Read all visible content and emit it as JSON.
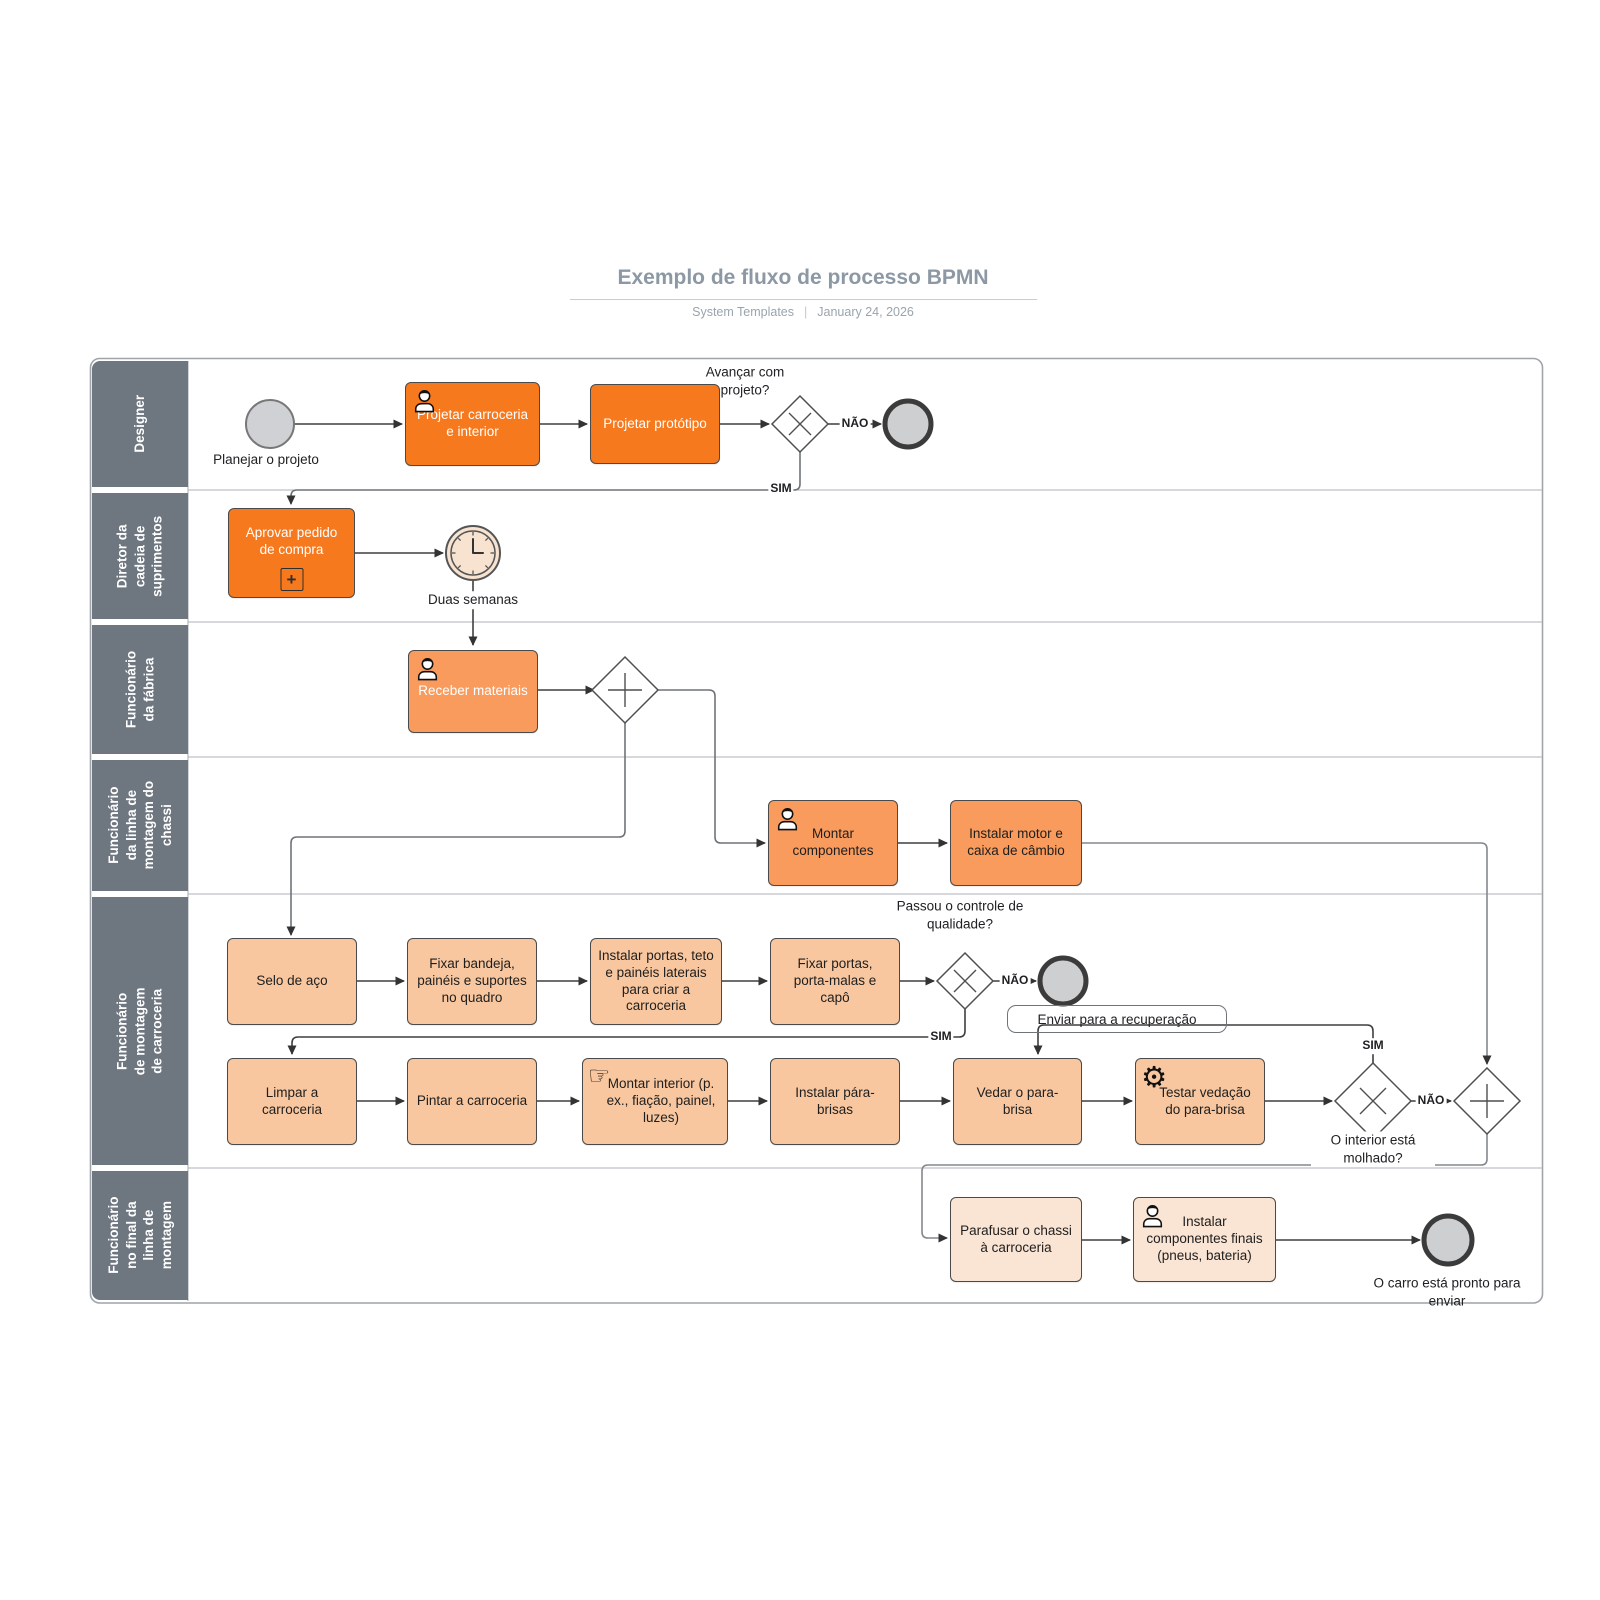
{
  "header": {
    "title": "Exemplo de fluxo de processo BPMN",
    "author": "System Templates",
    "divider": "|",
    "date": "January 24, 2026"
  },
  "colors": {
    "bright_orange": "#F7791E",
    "medium_orange": "#F89B5C",
    "light_peach": "#F8C79F",
    "pale_cream": "#FAE4D3",
    "lane_header_gray": "#6E7680",
    "border_gray": "#9EA4AA",
    "connector_dark": "#3F3F3F",
    "connector_light": "#6E7478",
    "title_gray": "#8C98A4"
  },
  "lanes": [
    {
      "label": "Designer"
    },
    {
      "label": "Diretor da cadeia de suprimentos"
    },
    {
      "label": "Funcionário da fábrica"
    },
    {
      "label": "Funcionário da linha de montagem do chassi"
    },
    {
      "label": "Funcionário de montagem de carroceria"
    },
    {
      "label": "Funcionário no final da linha de montagem"
    }
  ],
  "events": {
    "start": {
      "label": "Planejar o projeto"
    },
    "timer": {
      "label": "Duas semanas"
    },
    "end_car": {
      "label": "O carro está pronto para enviar"
    }
  },
  "tasks": {
    "projetar_carroceria": {
      "label": "Projetar carroceria e interior"
    },
    "projetar_prototipo": {
      "label": "Projetar protótipo"
    },
    "aprovar_pedido": {
      "label": "Aprovar pedido de compra"
    },
    "receber_materiais": {
      "label": "Receber materiais"
    },
    "montar_componentes": {
      "label": "Montar componentes"
    },
    "instalar_motor": {
      "label": "Instalar motor e caixa de câmbio"
    },
    "selo_de_aco": {
      "label": "Selo de aço"
    },
    "fixar_bandeja": {
      "label": "Fixar bandeja, painéis e suportes no quadro"
    },
    "instalar_portas": {
      "label": "Instalar portas, teto e painéis laterais para criar a carroceria"
    },
    "fixar_portas": {
      "label": "Fixar portas, porta-malas e capô"
    },
    "limpar_carroceria": {
      "label": "Limpar a carroceria"
    },
    "pintar_carroceria": {
      "label": "Pintar a carroceria"
    },
    "montar_interior": {
      "label": "Montar interior (p. ex., fiação, painel, luzes)"
    },
    "instalar_parabrisas": {
      "label": "Instalar pára-brisas"
    },
    "vedar_parabrisa": {
      "label": "Vedar o para-brisa"
    },
    "testar_vedacao": {
      "label": "Testar vedação do para-brisa"
    },
    "parafusar_chassi": {
      "label": "Parafusar o chassi à carroceria"
    },
    "instalar_finais": {
      "label": "Instalar componentes finais (pneus, bateria)"
    }
  },
  "gateways": {
    "avancar": {
      "question": "Avançar com projeto?",
      "yes": "SIM",
      "no": "NÃO"
    },
    "qualidade": {
      "question": "Passou o controle de qualidade?",
      "yes": "SIM",
      "no": "NÃO"
    },
    "molhado": {
      "question": "O interior está molhado?",
      "yes": "SIM",
      "no": "NÃO"
    }
  },
  "flow_labels": {
    "enviar_recuperacao": "Enviar para a recuperação"
  },
  "icons": {
    "subprocess_plus": "+",
    "gear": "⚙",
    "manual_hand": "☞"
  }
}
